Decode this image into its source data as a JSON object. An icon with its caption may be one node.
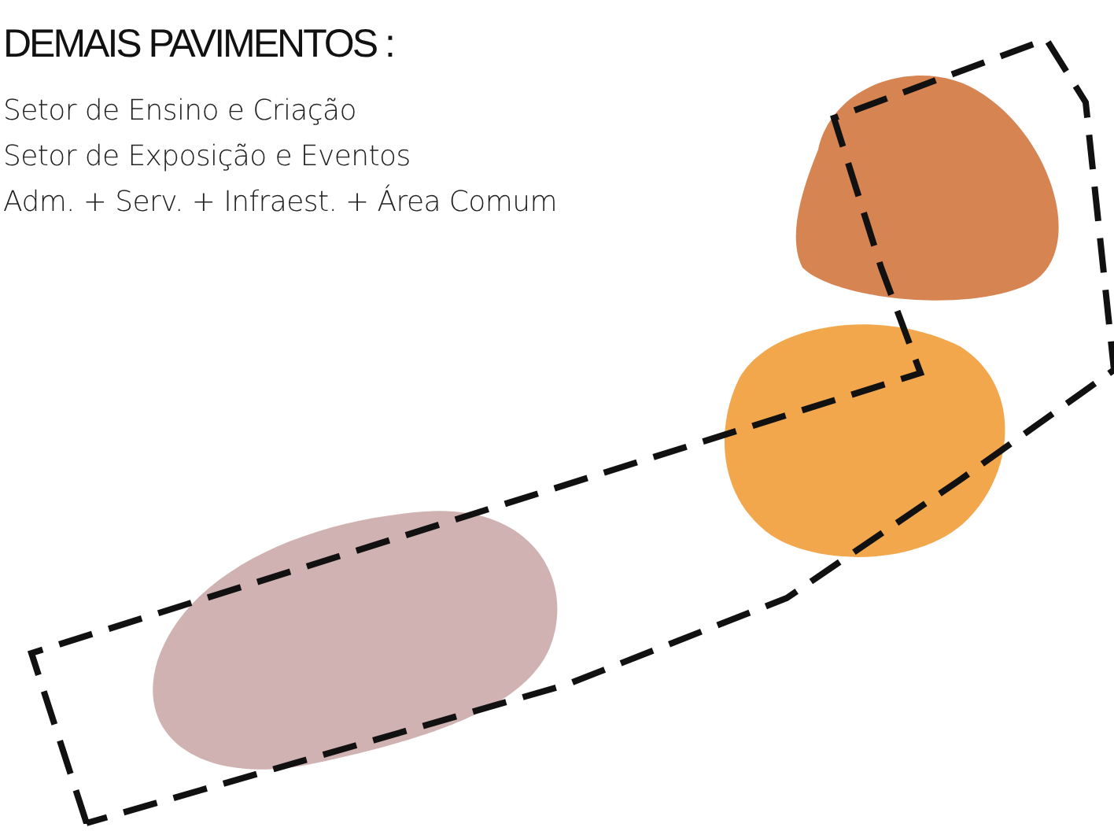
{
  "diagram": {
    "title": "DEMAIS PAVIMENTOS :",
    "nodes": [
      {
        "text": [],
        "shape": "blob"
      },
      {
        "text": [],
        "shape": "blob"
      },
      {
        "text": [],
        "shape": "blob"
      }
    ],
    "labels": [
      "Setor de Ensino e Criação",
      "Setor de Exposição e Eventos",
      "Adm. + Serv. + Infraest. + Área Comum"
    ]
  }
}
